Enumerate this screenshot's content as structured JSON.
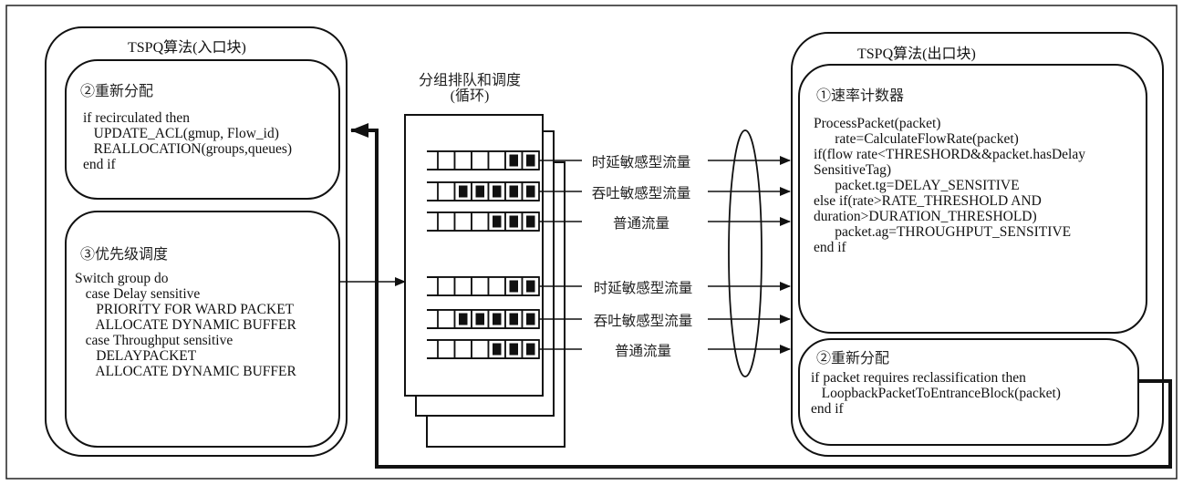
{
  "entrance_block": {
    "title": "TSPQ算法(入口块)",
    "reallocation": {
      "heading": "②重新分配",
      "code": [
        "if recirculated then",
        "   UPDATE_ACL(gmup, Flow_id)",
        "   REALLOCATION(groups,queues)",
        "end if"
      ]
    },
    "priority_scheduling": {
      "heading": "③优先级调度",
      "code": [
        "Switch group do",
        "   case Delay sensitive",
        "      PRIORITY FOR WARD PACKET",
        "      ALLOCATE DYNAMIC BUFFER",
        "   case Throughput sensitive",
        "      DELAYPACKET",
        "      ALLOCATE DYNAMIC BUFFER"
      ]
    }
  },
  "queue_block": {
    "title_line1": "分组排队和调度",
    "title_line2": "(循环)",
    "queues": [
      {
        "filled": 2,
        "flow": "时延敏感型流量"
      },
      {
        "filled": 5,
        "flow": "吞吐敏感型流量"
      },
      {
        "filled": 3,
        "flow": "普通流量"
      },
      {
        "filled": 2,
        "flow": "时延敏感型流量"
      },
      {
        "filled": 5,
        "flow": "吞吐敏感型流量"
      },
      {
        "filled": 3,
        "flow": "普通流量"
      }
    ],
    "slots_per_queue": 6
  },
  "exit_block": {
    "title": "TSPQ算法(出口块)",
    "rate_counter": {
      "heading": "①速率计数器",
      "code": [
        "ProcessPacket(packet)",
        "      rate=CalculateFlowRate(packet)",
        "if(flow rate<THRESHORD&&packet.hasDelay",
        "SensitiveTag)",
        "      packet.tg=DELAY_SENSITIVE",
        "else if(rate>RATE_THRESHOLD AND",
        "duration>DURATION_THRESHOLD)",
        "      packet.ag=THROUGHPUT_SENSITIVE",
        "end if"
      ]
    },
    "reallocation": {
      "heading": "②重新分配",
      "code": [
        "if packet requires reclassification then",
        "   LoopbackPacketToEntranceBlock(packet)",
        "end if"
      ]
    }
  }
}
